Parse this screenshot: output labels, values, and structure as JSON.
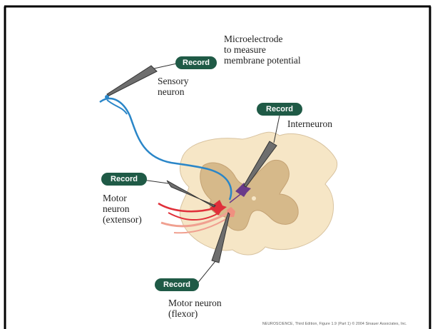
{
  "record_label": "Record",
  "labels": {
    "microelectrode": "Microelectrode\nto measure\nmembrane potential",
    "sensory": "Sensory\nneuron",
    "interneuron": "Interneuron",
    "motor_extensor": "Motor\nneuron\n(extensor)",
    "motor_flexor": "Motor neuron\n(flexor)"
  },
  "credit": "NEUROSCIENCE, Third Edition, Figure 1.9 (Part 1)  © 2004 Sinauer Associates, Inc.",
  "colors": {
    "record_badge": "#1f5a46",
    "spinal_white_matter": "#f6e6c6",
    "spinal_gray_matter": "#d6b98a",
    "sensory_axon": "#2a86c8",
    "extensor_axon": "#e0303a",
    "flexor_axon": "#f0a090",
    "interneuron": "#6a3a8a"
  }
}
